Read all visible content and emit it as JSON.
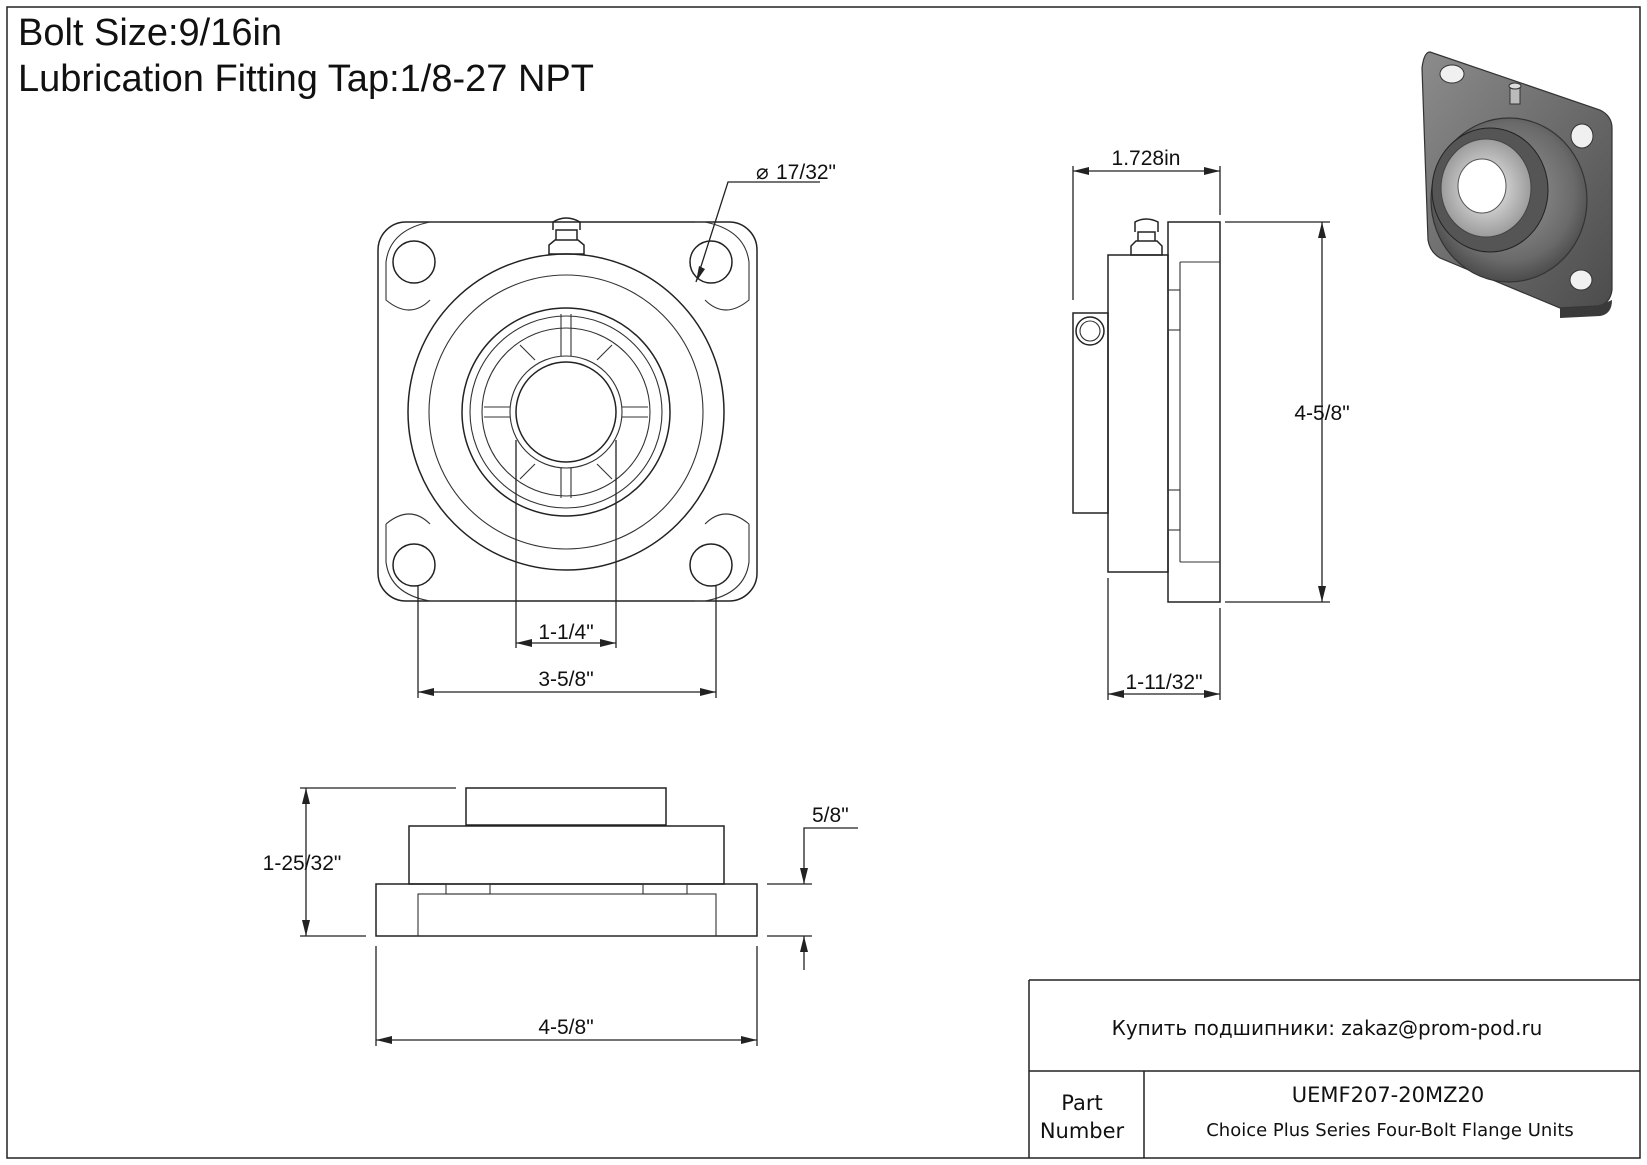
{
  "specs": {
    "bolt_size": "Bolt Size:9/16in",
    "lubrication_fitting_tap": "Lubrication Fitting Tap:1/8-27 NPT"
  },
  "dimensions": {
    "bolt_hole_diameter": "17/32\"",
    "bore_diameter": "1-1/4\"",
    "bolt_spacing": "3-5/8\"",
    "side_overall_width": "1.728in",
    "side_overall_height": "4-5/8\"",
    "side_flange_to_back": "1-11/32\"",
    "bottom_overall_height": "1-25/32\"",
    "flange_thickness": "5/8\"",
    "bottom_overall_width": "4-5/8\""
  },
  "title_block": {
    "contact": "Купить подшипники: zakaz@prom-pod.ru",
    "part_label_line1": "Part",
    "part_label_line2": "Number",
    "part_number": "UEMF207-20MZ20",
    "description": "Choice Plus Series Four-Bolt Flange Units"
  }
}
